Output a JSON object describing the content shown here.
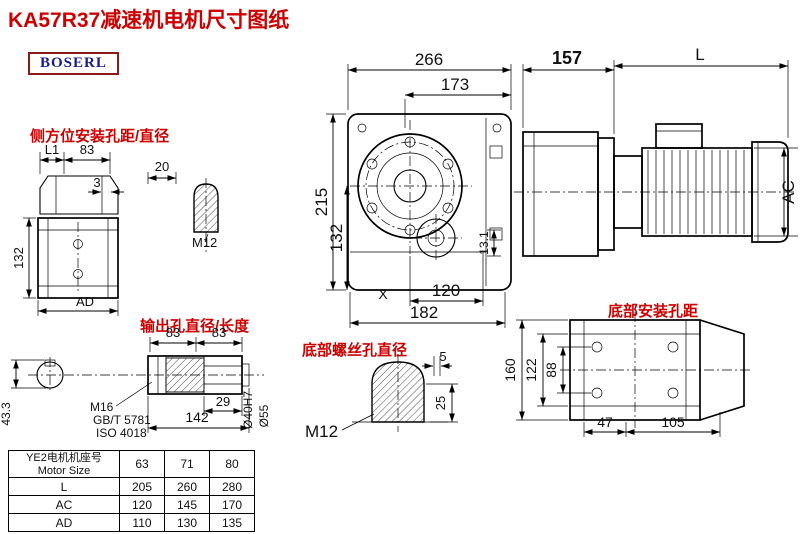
{
  "page": {
    "title": "KA57R37减速机电机尺寸图纸",
    "logo": "BOSERL"
  },
  "annotations": {
    "side_mount": "侧方位安装孔距/直径",
    "output_hole": "输出孔直径/长度",
    "bottom_screw": "底部螺丝孔直径",
    "bottom_mount": "底部安装孔距"
  },
  "front_view": {
    "overall_width": "266",
    "flange_offset": "173",
    "overall_height": "215",
    "center_height": "132",
    "bolt_span": "120",
    "base_width": "182",
    "slot": "13.1",
    "datum": "X"
  },
  "side_view": {
    "gearbox_length": "157",
    "motor_length": "L",
    "motor_diameter": "AC"
  },
  "left_view": {
    "l1": "L1",
    "hole_span": "83",
    "step": "3",
    "screw_depth": "20",
    "height": "132",
    "width": "AD",
    "thread": "M12"
  },
  "output_view": {
    "span_a": "83",
    "span_b": "83",
    "thread": "M16",
    "std1": "GB/T 5781",
    "std2": "ISO 4018",
    "key_len": "29",
    "total_len": "142",
    "key_depth": "43.3",
    "bore": "Ø40H7",
    "hub": "Ø55"
  },
  "bottom_screw_view": {
    "thread": "M12",
    "depth5": "5",
    "depth25": "25"
  },
  "bottom_mount_view": {
    "length": "160",
    "inner": "122",
    "hole_span_v": "88",
    "hole_47": "47",
    "hole_105": "105"
  },
  "table": {
    "header_cn": "YE2电机机座号",
    "header_en": "Motor Size",
    "sizes": [
      "63",
      "71",
      "80"
    ],
    "rows": [
      {
        "label": "L",
        "values": [
          "205",
          "260",
          "280"
        ]
      },
      {
        "label": "AC",
        "values": [
          "120",
          "145",
          "170"
        ]
      },
      {
        "label": "AD",
        "values": [
          "110",
          "130",
          "135"
        ]
      }
    ]
  },
  "colors": {
    "accent_red": "#cc0000",
    "logo_text": "#1b1b8a",
    "logo_border": "#8b1a1a",
    "line": "#000000"
  }
}
